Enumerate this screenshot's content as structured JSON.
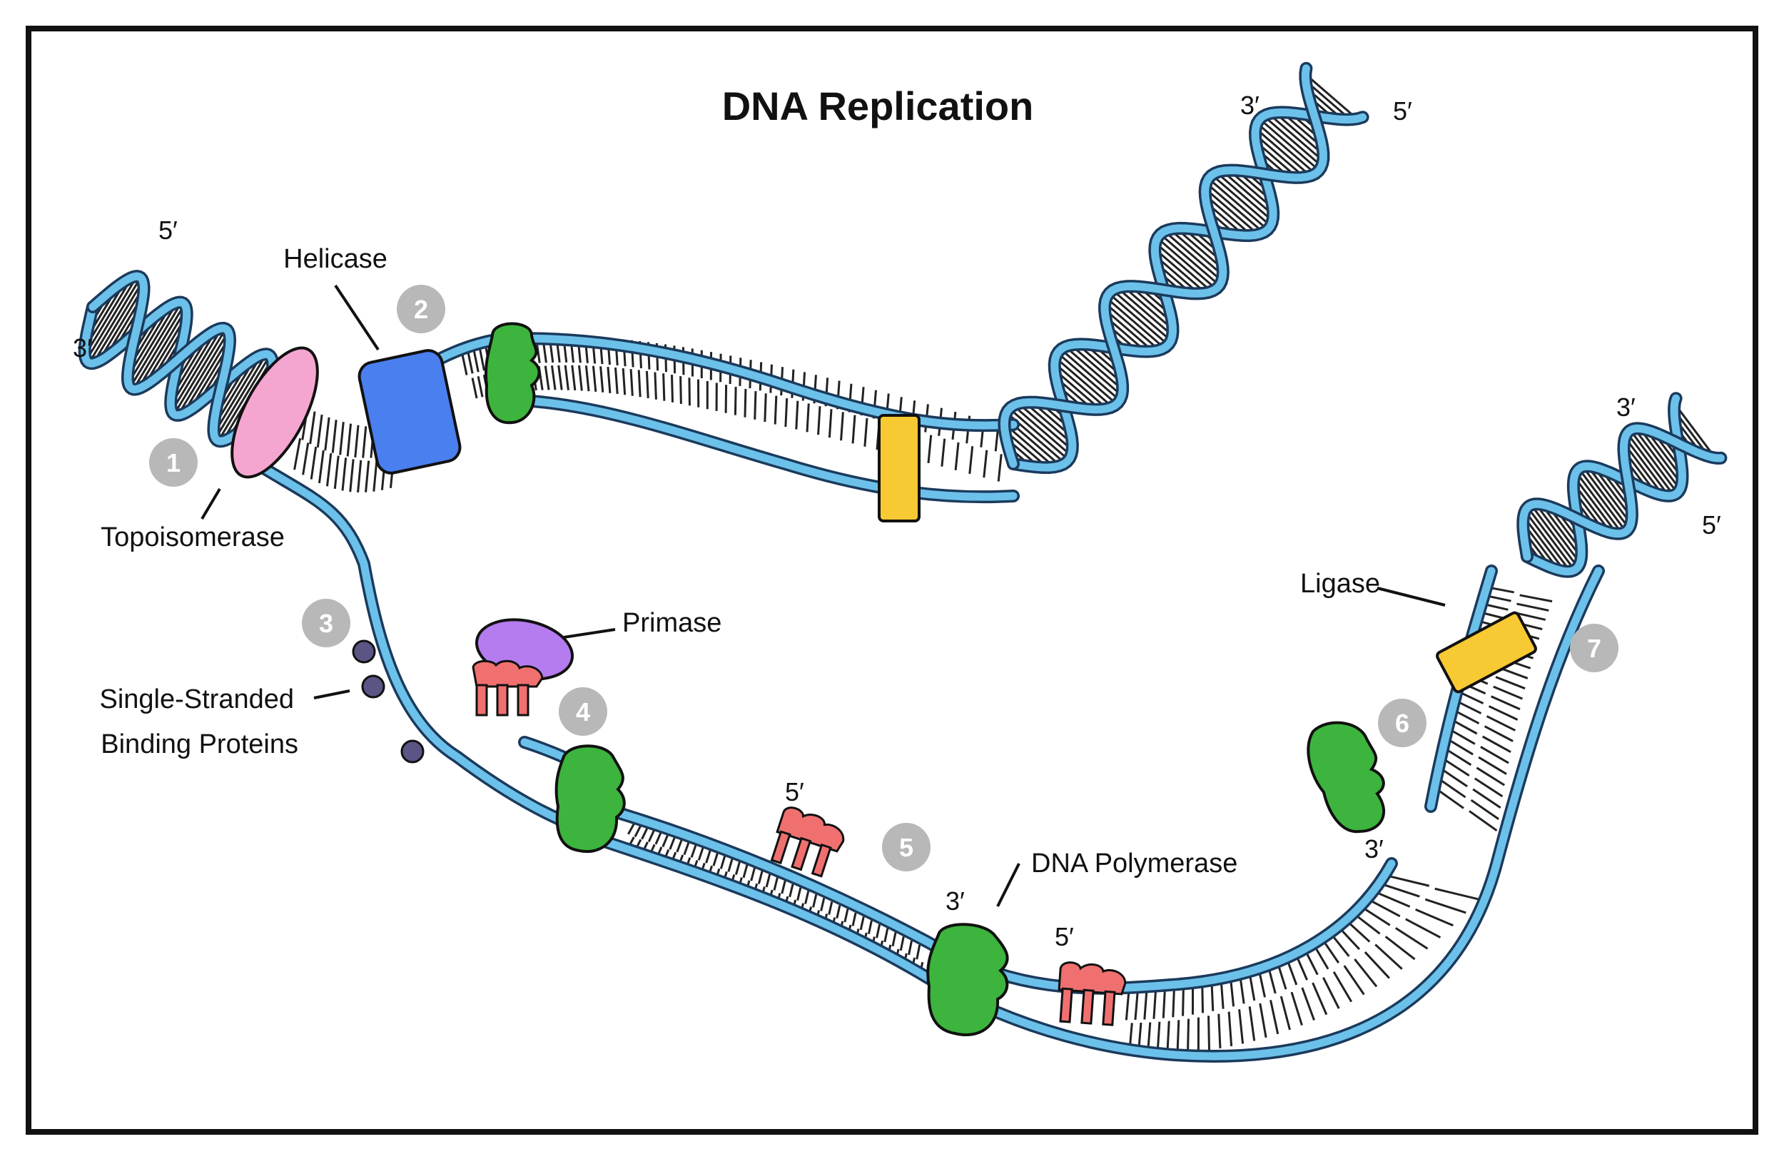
{
  "title": "DNA Replication",
  "labels": {
    "topoisomerase": "Topoisomerase",
    "helicase": "Helicase",
    "primase": "Primase",
    "ssbp_line1": "Single-Stranded",
    "ssbp_line2": "Binding Proteins",
    "dna_polymerase": "DNA Polymerase",
    "ligase": "Ligase"
  },
  "step_numbers": [
    "1",
    "2",
    "3",
    "4",
    "5",
    "6",
    "7"
  ],
  "ends": {
    "left_top": "5′",
    "left_bottom": "3′",
    "top_right_a": "3′",
    "top_right_b": "5′",
    "right_a": "3′",
    "right_b": "5′",
    "primer_a": "5′",
    "primer_b": "5′",
    "poly_3": "3′",
    "lagging_3": "3′"
  },
  "colors": {
    "strand": "#6cc1ea",
    "outline": "#1b3a5c",
    "topoisomerase": "#f5a6d0",
    "helicase": "#4a7ff0",
    "polymerase": "#3db43d",
    "ligase": "#f7c932",
    "primase": "#b57cf0",
    "primer": "#f07070",
    "ssbp": "#5a5585",
    "step_circle": "#b8b8b8"
  }
}
